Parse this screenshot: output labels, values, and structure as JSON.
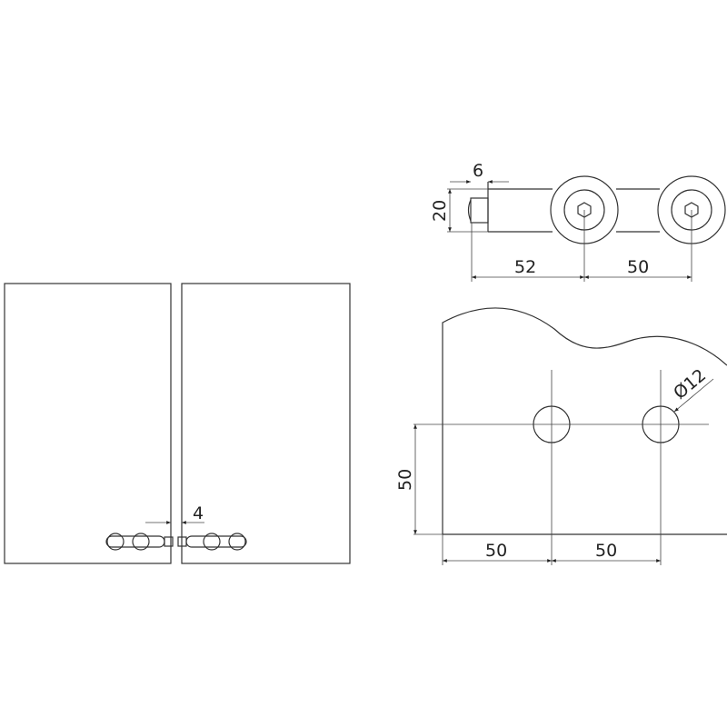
{
  "drawing": {
    "top_view": {
      "dim_thickness": "6",
      "dim_height": "20",
      "dim_to_first_hole": "52",
      "dim_hole_spacing": "50"
    },
    "front_view": {
      "dim_gap": "4"
    },
    "plate_view": {
      "dim_hole_diameter": "Ø12",
      "dim_vertical": "50",
      "dim_left": "50",
      "dim_right": "50"
    }
  }
}
